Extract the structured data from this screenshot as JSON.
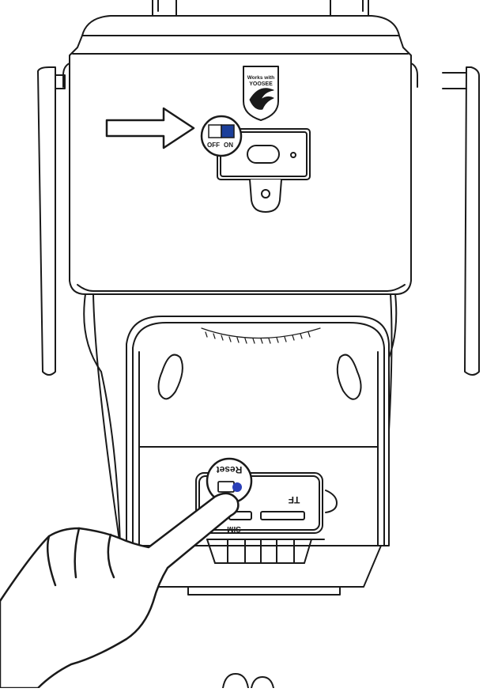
{
  "badge": {
    "line1": "Works with",
    "line2": "YOOSEE"
  },
  "switch": {
    "off_label": "OFF",
    "on_label": "ON",
    "on_color": "#1c3f9a"
  },
  "ports": {
    "reset_label": "Reset",
    "tf_label": "TF",
    "sim_label": "SIM",
    "reset_color": "#2a3fb8"
  },
  "colors": {
    "stroke": "#1a1a1a",
    "fill": "#ffffff"
  }
}
